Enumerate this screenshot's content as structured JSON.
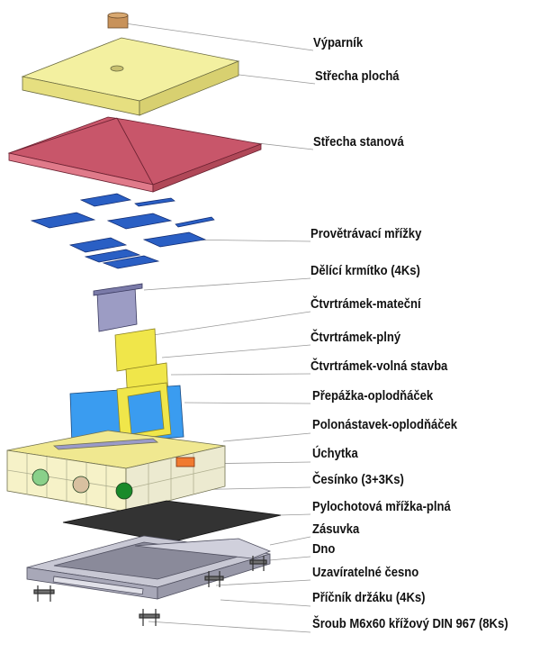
{
  "title": "Exploded view of beehive components",
  "labels": [
    "Výparník",
    "Střecha plochá",
    "Střecha stanová",
    "Provětrávací mřížky",
    "Dělící krmítko (4Ks)",
    "Čtvrtrámek-mateční",
    "Čtvrtrámek-plný",
    "Čtvrtrámek-volná stavba",
    "Přepážka-oplodňáček",
    "Polonástavek-oplodňáček",
    "Úchytka",
    "Česínko (3+3Ks)",
    "Pylochotová mřížka-plná",
    "Zásuvka",
    "Dno",
    "Uzavíratelné česno",
    "Příčník držáku (4Ks)",
    "Šroub M6x60 křížový DIN 967 (8Ks)"
  ],
  "colors": {
    "flat_roof": "#f3f0a0",
    "tent_roof": "#c8566a",
    "vent_grids": "#2a5fc4",
    "feeder": "#9c9cc4",
    "frames": "#f0e64a",
    "divider": "#3a9cf0",
    "box": "#f6f2c8",
    "pollen_grid": "#333333",
    "base": "#a8a8b8"
  }
}
